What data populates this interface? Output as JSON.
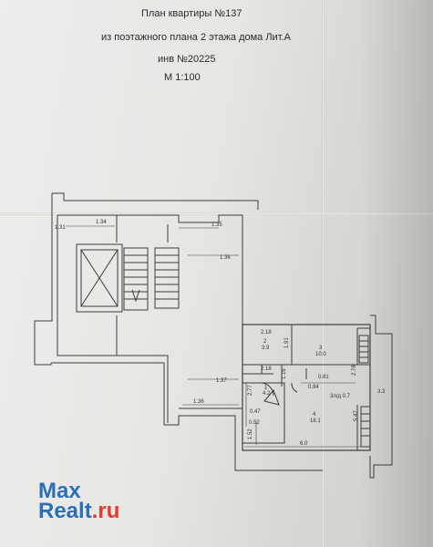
{
  "header": {
    "title": "План квартиры №137",
    "source": "из поэтажного плана 2 этажа дома  Лит.А",
    "inventory": "инв №20225",
    "scale": "М  1:100"
  },
  "plan": {
    "dims": {
      "d_131": "1.31",
      "d_134": "1.34",
      "d_135": "1.35",
      "d_136_upper": "1.36",
      "d_137": "1.37",
      "d_136_lower": "1.36",
      "d_218_top": "2.18",
      "d_191": "1.91",
      "d_218_mid": "2.18",
      "d_116": "1.16",
      "d_277": "2.77",
      "d_047": "0.47",
      "d_052": "0.52",
      "d_152": "1.52",
      "d_081": "0.81",
      "d_094": "0.94",
      "d_60": "6.0",
      "d_33": "3.3",
      "d_547": "5.47",
      "d_278": "2.78"
    },
    "rooms": [
      {
        "num": "2",
        "area": "3.9"
      },
      {
        "num": "3",
        "area": "10.0"
      },
      {
        "num": "1",
        "area": "4.2"
      },
      {
        "num": "4",
        "area": "18.1"
      }
    ],
    "balcony": "3л/д 0.7"
  },
  "watermark": {
    "part1": "Max",
    "part2": "Realt",
    "part3": ".ru"
  }
}
